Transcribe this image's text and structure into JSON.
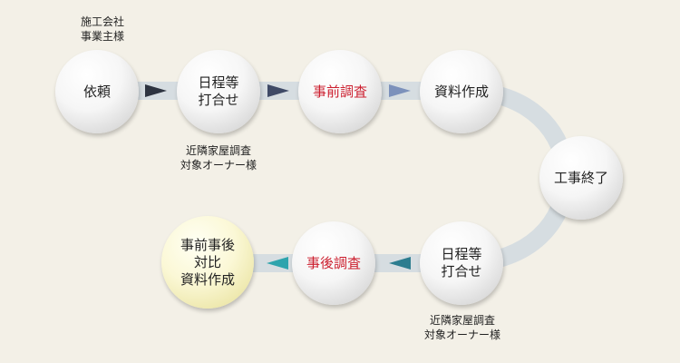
{
  "steps": [
    {
      "label": "依頼"
    },
    {
      "label": "日程等\n打合せ"
    },
    {
      "label": "事前調査"
    },
    {
      "label": "資料作成"
    },
    {
      "label": "工事終了"
    },
    {
      "label": "日程等\n打合せ"
    },
    {
      "label": "事後調査"
    },
    {
      "label": "事前事後\n対比\n資料作成"
    }
  ],
  "notes": {
    "top": "施工会社\n事業主様",
    "middle": "近隣家屋調査\n対象オーナー様",
    "bottom": "近隣家屋調査\n対象オーナー様"
  },
  "colors": {
    "highlight_text": "#cc1f2f",
    "track": "#d6dde1",
    "arrow_1": "#2e3440",
    "arrow_2": "#3f4a66",
    "arrow_3": "#7c91bb",
    "arrow_4": "#2d7d8f",
    "arrow_5": "#2ea4ad"
  }
}
